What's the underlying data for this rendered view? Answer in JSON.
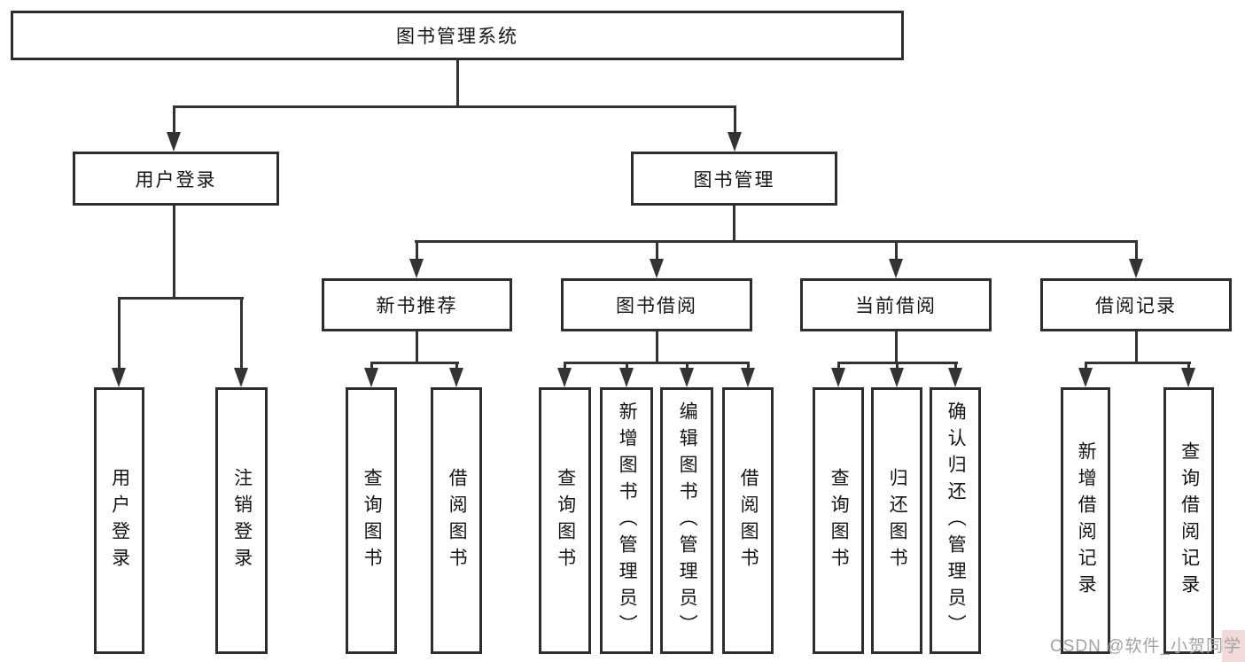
{
  "tree": {
    "root": {
      "label": "图书管理系统"
    },
    "children": [
      {
        "label": "用户登录",
        "children": [
          {
            "label": "用户登录"
          },
          {
            "label": "注销登录"
          }
        ]
      },
      {
        "label": "图书管理",
        "children": [
          {
            "label": "新书推荐",
            "children": [
              {
                "label": "查询图书"
              },
              {
                "label": "借阅图书"
              }
            ]
          },
          {
            "label": "图书借阅",
            "children": [
              {
                "label": "查询图书"
              },
              {
                "label": "新增图书（管理员）"
              },
              {
                "label": "编辑图书（管理员）"
              },
              {
                "label": "借阅图书"
              }
            ]
          },
          {
            "label": "当前借阅",
            "children": [
              {
                "label": "查询图书"
              },
              {
                "label": "归还图书"
              },
              {
                "label": "确认归还（管理员）"
              }
            ]
          },
          {
            "label": "借阅记录",
            "children": [
              {
                "label": "新增借阅记录"
              },
              {
                "label": "查询借阅记录"
              }
            ]
          }
        ]
      }
    ]
  },
  "watermark": {
    "text": "CSDN @软件_小贺同学"
  },
  "colors": {
    "line": "#333333",
    "box_border": "#2e2e2e",
    "text": "#141414",
    "watermark_text": "#a3a3a3",
    "watermark_accent": "#f3dada",
    "background": "#ffffff"
  }
}
